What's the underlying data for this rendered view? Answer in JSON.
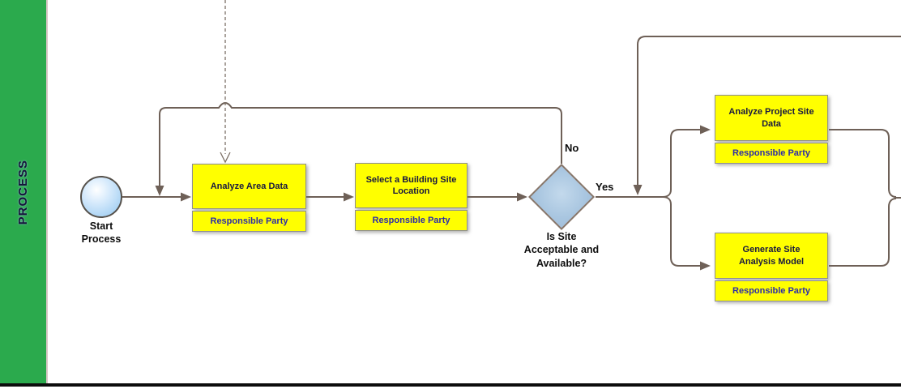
{
  "lane": {
    "label": "PROCESS"
  },
  "start": {
    "label": "Start\nProcess"
  },
  "boxes": {
    "analyze_area": {
      "title": "Analyze Area Data",
      "party": "Responsible Party"
    },
    "select_site": {
      "title": "Select a Building Site\nLocation",
      "party": "Responsible Party"
    },
    "analyze_project": {
      "title": "Analyze Project Site\nData",
      "party": "Responsible Party"
    },
    "generate_model": {
      "title": "Generate Site\nAnalysis Model",
      "party": "Responsible Party"
    }
  },
  "decision": {
    "question": "Is Site\nAcceptable and\nAvailable?",
    "yes": "Yes",
    "no": "No"
  },
  "colors": {
    "lane_green": "#2baa4d",
    "box_yellow": "#ffff00",
    "connector_brown": "#6e6057",
    "diamond_fill": "#a9c6e0",
    "diamond_border": "#87766a",
    "title_text": "#181840",
    "party_text": "#2d2da8",
    "bottom_rule": "#0c0c0c"
  }
}
